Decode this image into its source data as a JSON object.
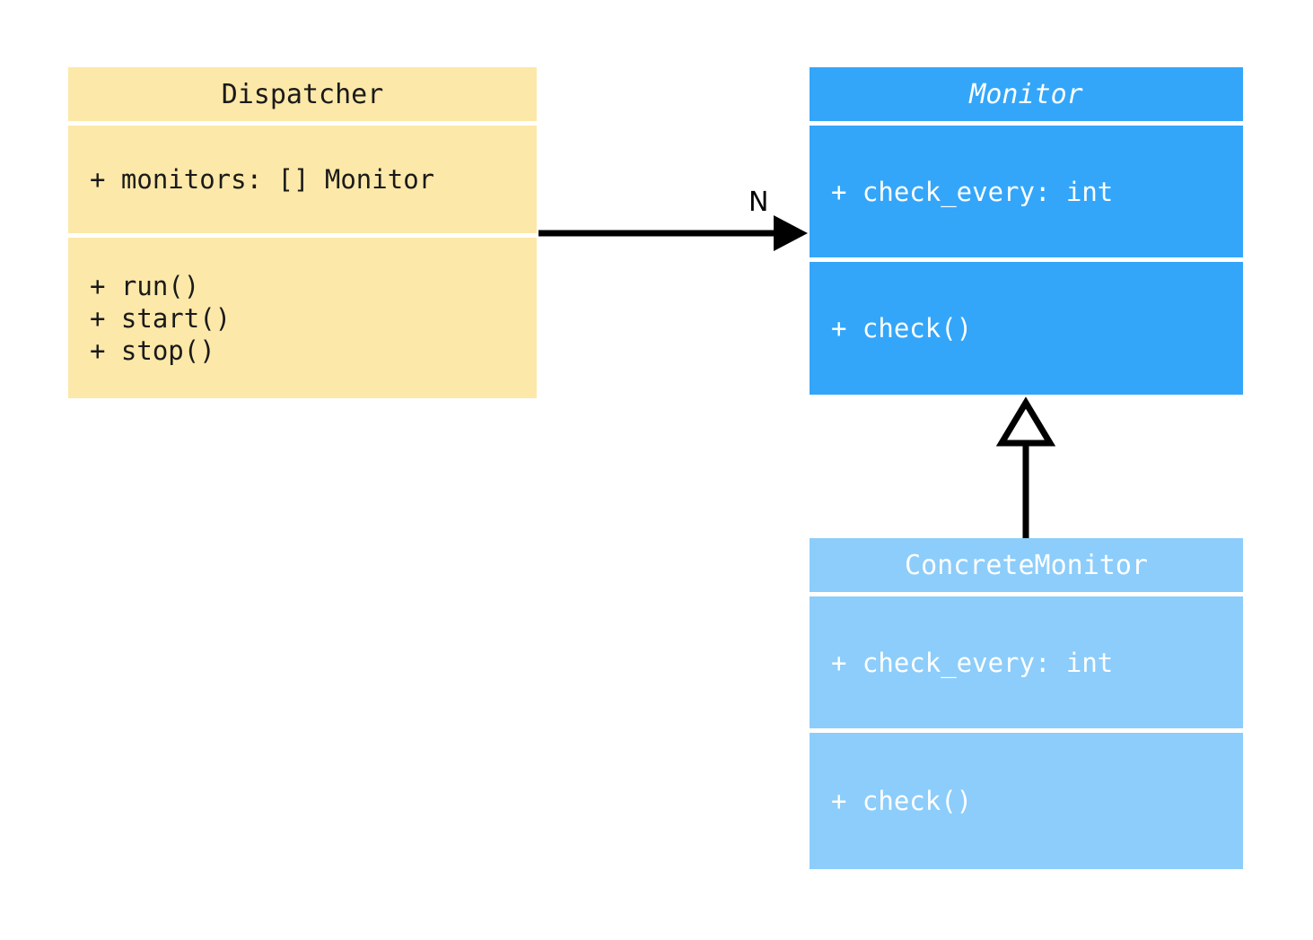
{
  "diagram": {
    "type": "uml-class-diagram",
    "background_color": "#ffffff"
  },
  "classes": [
    {
      "id": "dispatcher",
      "name": "Dispatcher",
      "abstract": false,
      "fill_color": "#fce8a8",
      "text_color": "#1a1a1a",
      "attributes": [
        "+ monitors: [] Monitor"
      ],
      "methods": [
        "+ run()",
        "+ start()",
        "+ stop()"
      ]
    },
    {
      "id": "monitor",
      "name": "Monitor",
      "abstract": true,
      "fill_color": "#33a6fa",
      "text_color": "#ffffff",
      "attributes": [
        "+ check_every: int"
      ],
      "methods": [
        "+ check()"
      ]
    },
    {
      "id": "concrete-monitor",
      "name": "ConcreteMonitor",
      "abstract": false,
      "fill_color": "#8ccdfb",
      "text_color": "#ffffff",
      "attributes": [
        "+ check_every: int"
      ],
      "methods": [
        "+ check()"
      ]
    }
  ],
  "relationships": [
    {
      "id": "dispatcher-to-monitor",
      "kind": "association",
      "from": "Dispatcher",
      "to": "Monitor",
      "label": "N",
      "arrowhead": "filled-triangle",
      "line": "solid",
      "color": "#000000"
    },
    {
      "id": "concrete-monitor-to-monitor",
      "kind": "generalization",
      "from": "ConcreteMonitor",
      "to": "Monitor",
      "label": "",
      "arrowhead": "hollow-triangle",
      "line": "solid",
      "color": "#000000"
    }
  ]
}
